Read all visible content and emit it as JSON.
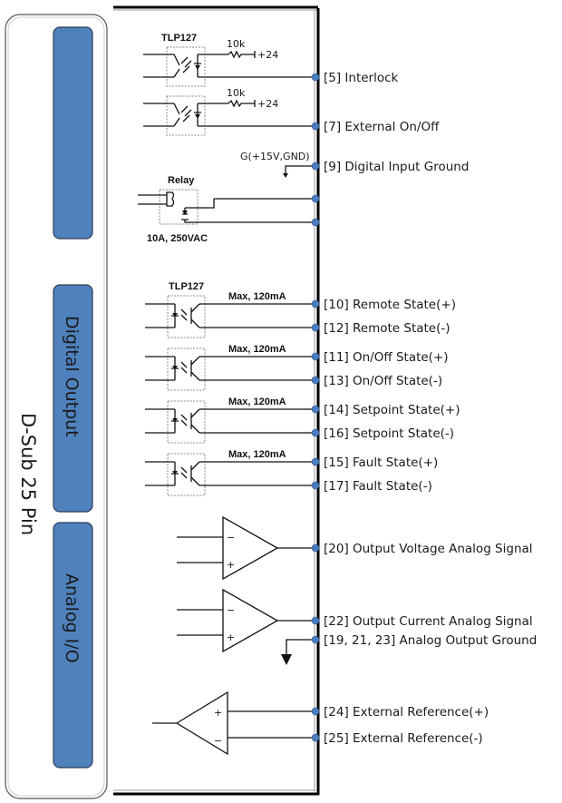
{
  "connector": {
    "title": "D-Sub 25 Pin",
    "sections": [
      {
        "id": "digital-input",
        "label": ""
      },
      {
        "id": "digital-output",
        "label": "Digital Output"
      },
      {
        "id": "analog-io",
        "label": "Analog I/O"
      }
    ],
    "colors": {
      "section_fill": "#4f81bd",
      "pin_dot": "#4a7cc0"
    }
  },
  "components": {
    "optocoupler_label": "TLP127",
    "resistor_label": "10k",
    "supply_label": "+24",
    "ground_note": "G(+15V,GND)",
    "relay_label": "Relay",
    "relay_rating": "10A, 250VAC",
    "output_current_limit": "Max, 120mA"
  },
  "pins": [
    {
      "id": "p5",
      "label": "[5] Interlock"
    },
    {
      "id": "p7",
      "label": "[7] External On/Off"
    },
    {
      "id": "p9",
      "label": "[9] Digital Input Ground"
    },
    {
      "id": "p10",
      "label": "[10] Remote State(+)"
    },
    {
      "id": "p12",
      "label": "[12] Remote State(-)"
    },
    {
      "id": "p11",
      "label": "[11] On/Off State(+)"
    },
    {
      "id": "p13",
      "label": "[13] On/Off State(-)"
    },
    {
      "id": "p14",
      "label": "[14] Setpoint State(+)"
    },
    {
      "id": "p16",
      "label": "[16] Setpoint State(-)"
    },
    {
      "id": "p15",
      "label": "[15] Fault State(+)"
    },
    {
      "id": "p17",
      "label": "[17] Fault State(-)"
    },
    {
      "id": "p20",
      "label": "[20] Output Voltage Analog Signal"
    },
    {
      "id": "p22",
      "label": "[22] Output Current Analog Signal"
    },
    {
      "id": "p19-21-23",
      "label": "[19, 21, 23] Analog Output Ground"
    },
    {
      "id": "p24",
      "label": "[24] External Reference(+)"
    },
    {
      "id": "p25",
      "label": "[25] External Reference(-)"
    }
  ],
  "opamp_signs": {
    "minus": "−",
    "plus": "+"
  }
}
